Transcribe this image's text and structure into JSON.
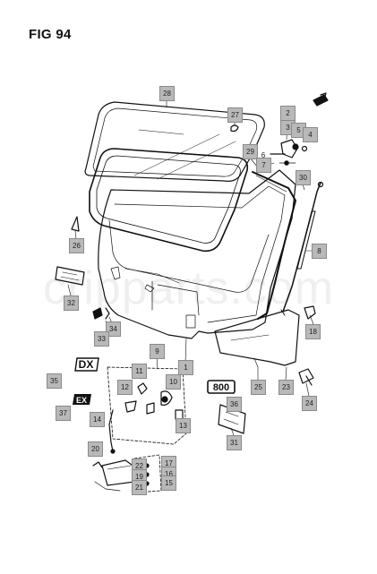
{
  "figure": {
    "title": "FIG 94"
  },
  "watermark": "cripparts.com",
  "badges": {
    "dx": "DX",
    "ex": "EX",
    "num": "800"
  },
  "callouts": {
    "c1": "1",
    "c2": "2",
    "c3": "3",
    "c4": "4",
    "c5": "5",
    "c6": "6",
    "c7": "7",
    "c8": "8",
    "c9": "9",
    "c10": "10",
    "c11": "11",
    "c12": "12",
    "c13": "13",
    "c14": "14",
    "c15": "15",
    "c16": "16",
    "c17": "17",
    "c18": "18",
    "c19": "19",
    "c20": "20",
    "c21": "21",
    "c22": "22",
    "c23": "23",
    "c24": "24",
    "c25": "25",
    "c26": "26",
    "c27": "27",
    "c28": "28",
    "c29": "29",
    "c30": "30",
    "c31": "31",
    "c32": "32",
    "c33": "33",
    "c34": "34",
    "c35": "35",
    "c36": "36",
    "c37": "37"
  }
}
